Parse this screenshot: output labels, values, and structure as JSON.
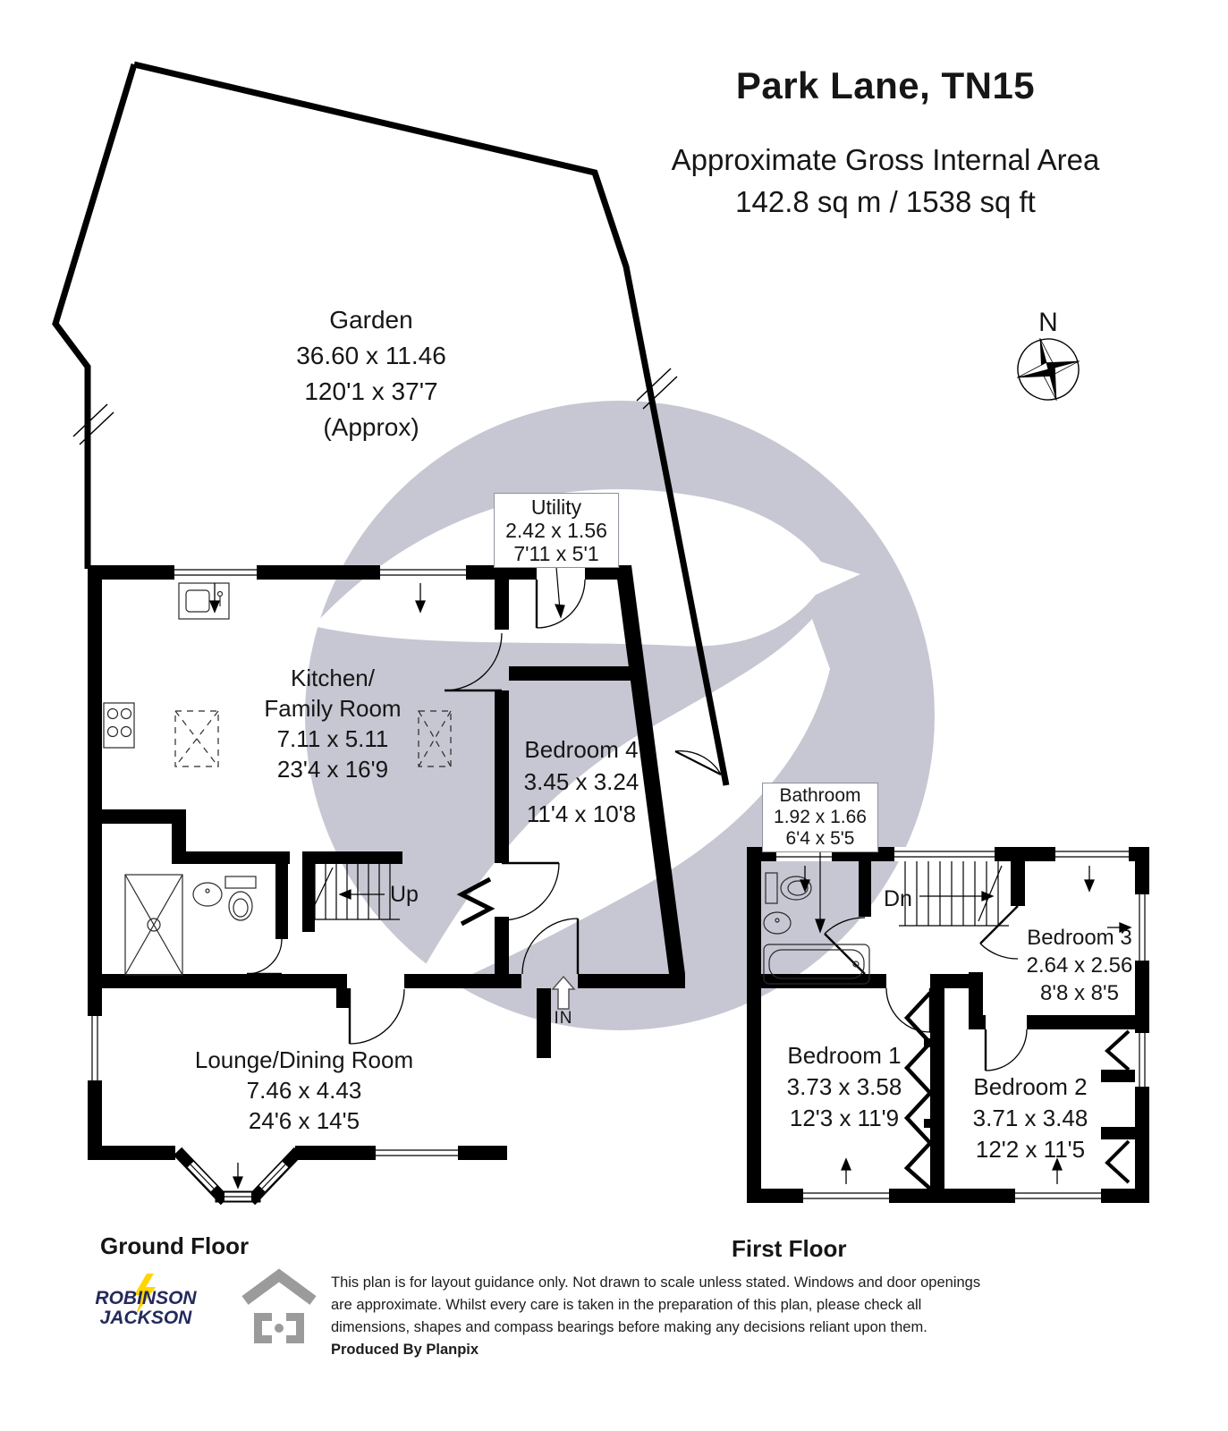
{
  "header": {
    "title": "Park Lane, TN15",
    "subtitle_line1": "Approximate Gross Internal Area",
    "subtitle_line2": "142.8 sq m / 1538 sq ft"
  },
  "compass": {
    "north_label": "N"
  },
  "rooms": {
    "garden": {
      "name": "Garden",
      "metric": "36.60 x 11.46",
      "imperial": "120'1 x 37'7",
      "note": "(Approx)"
    },
    "utility": {
      "name": "Utility",
      "metric": "2.42 x 1.56",
      "imperial": "7'11 x 5'1"
    },
    "kitchen": {
      "name_line1": "Kitchen/",
      "name_line2": "Family Room",
      "metric": "7.11 x 5.11",
      "imperial": "23'4 x 16'9"
    },
    "bedroom4": {
      "name": "Bedroom 4",
      "metric": "3.45 x 3.24",
      "imperial": "11'4 x 10'8"
    },
    "lounge": {
      "name": "Lounge/Dining Room",
      "metric": "7.46 x 4.43",
      "imperial": "24'6 x 14'5"
    },
    "bathroom": {
      "name": "Bathroom",
      "metric": "1.92 x 1.66",
      "imperial": "6'4 x 5'5"
    },
    "bedroom1": {
      "name": "Bedroom 1",
      "metric": "3.73 x 3.58",
      "imperial": "12'3 x 11'9"
    },
    "bedroom2": {
      "name": "Bedroom 2",
      "metric": "3.71 x 3.48",
      "imperial": "12'2 x 11'5"
    },
    "bedroom3": {
      "name": "Bedroom 3",
      "metric": "2.64 x 2.56",
      "imperial": "8'8 x 8'5"
    }
  },
  "annotations": {
    "stairs_up": "Up",
    "stairs_down": "Dn",
    "entrance": "IN"
  },
  "floor_labels": {
    "ground": "Ground Floor",
    "first": "First Floor"
  },
  "footer": {
    "agency_line1": "ROBINSON",
    "agency_line2": "JACKSON",
    "disclaimer": [
      "This plan is for layout guidance only. Not drawn to scale unless stated. Windows and door openings",
      "are approximate. Whilst every care is taken in the preparation of this plan, please check all",
      "dimensions, shapes and compass bearings before making any decisions reliant upon them."
    ],
    "produced_by": "Produced By Planpix"
  },
  "colors": {
    "wall": "#000000",
    "watermark": "#c7c7d3",
    "agency_navy": "#232a5c",
    "agency_yellow": "#ffd500",
    "icon_gray": "#9b9b9b",
    "text": "#111111"
  }
}
